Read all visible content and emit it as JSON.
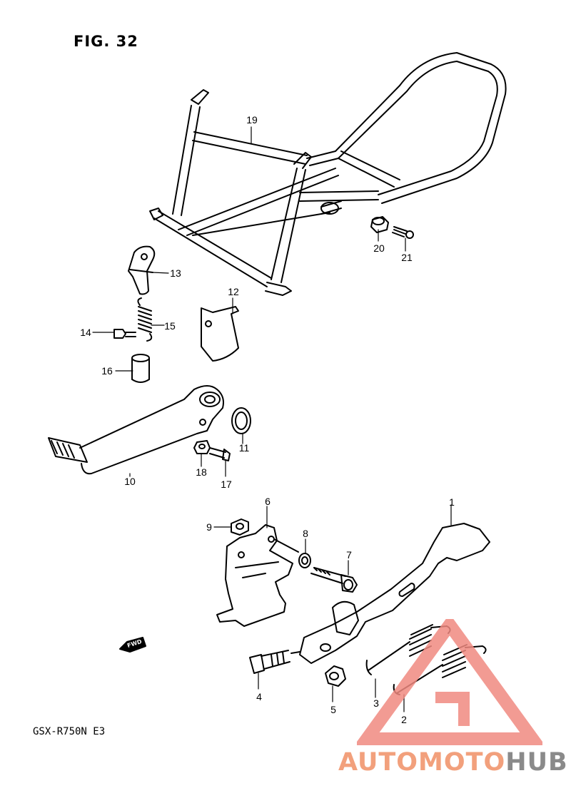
{
  "figure": {
    "title": "FIG. 32"
  },
  "model_code": "GSX-R750N E3",
  "fwd_label": "FWD",
  "callouts": {
    "c1": "1",
    "c2": "2",
    "c3": "3",
    "c4": "4",
    "c5": "5",
    "c6": "6",
    "c7": "7",
    "c8": "8",
    "c9": "9",
    "c10": "10",
    "c11": "11",
    "c12": "12",
    "c13": "13",
    "c14": "14",
    "c15": "15",
    "c16": "16",
    "c17": "17",
    "c18": "18",
    "c19": "19",
    "c20": "20",
    "c21": "21"
  },
  "watermark": {
    "part1": "AUTOMOTO",
    "part2": "HUB",
    "accent": "#f2a07c",
    "grey": "#8a8a8a"
  }
}
